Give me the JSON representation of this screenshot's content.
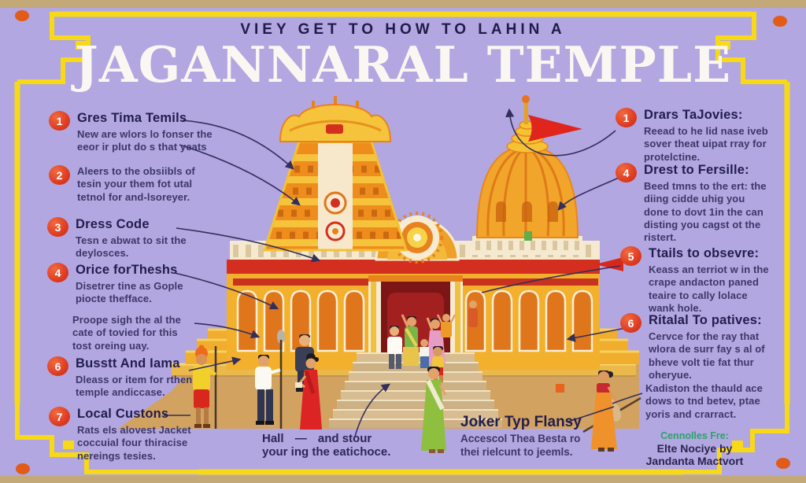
{
  "header": {
    "subtitle": "VIEY GET TO HOW TO LAHIN A",
    "title": "JAGANNARAL TEMPLE"
  },
  "left_items": [
    {
      "num": "1",
      "heading": "Gres Tima Temils",
      "body": "New are wlors lo fonser the\neeor ir plut do s that yeats"
    },
    {
      "num": "2",
      "heading": "",
      "body": "Aleers to the obsiibls of\ntesin your them fot utal\ntetnol for and-lsoreyer."
    },
    {
      "num": "3",
      "heading": "Dress Code",
      "body": "Tesn e abwat to sit the\ndeylosces."
    },
    {
      "num": "4",
      "heading": "Orice forTheshs",
      "body": "Disetrer tine as Gople\npiocte thefface."
    },
    {
      "num": "",
      "heading": "",
      "body": "Proope sigh the al the\ncate of tovied for this\ntost oreing uay."
    },
    {
      "num": "6",
      "heading": "Busstt And Iama",
      "body": "Dleass or item for rthen\ntemple andiccase."
    },
    {
      "num": "7",
      "heading": "Local Custons",
      "body": "Rats els alovest Jacket\ncoccuial four thiracise\nnereings tesies."
    }
  ],
  "right_items": [
    {
      "num": "1",
      "heading": "Drars TaJovies:",
      "body": "Reead to he lid nase iveb\nsover theat uipat rray for\nprotelctine."
    },
    {
      "num": "4",
      "heading": "Drest to Fersille:",
      "body": "Beed tmns to the ert: the\ndiing cidde uhig you\ndone to dovt 1in the can\ndisting you cagst ot the\nristert."
    },
    {
      "num": "5",
      "heading": "Ttails to obsevre:",
      "body": "Keass an terriot w in the\ncrape andacton paned\nteaire to cally lolace\nwank hole."
    },
    {
      "num": "6",
      "heading": "Ritalal To patives:",
      "body": "Cervce for the ray that\nwlora de surr fay s al of\nbheve volt tie fat thur\noheryue."
    },
    {
      "num": "",
      "heading": "",
      "body": "Kadiston the thauld ace\ndows to tnd betev, ptae\nyoris and crarract."
    }
  ],
  "bottom": {
    "hall_left": "Hall",
    "hall_dash": "—",
    "hall_right": "and stour",
    "hall_line2": "your ing the eatichoce.",
    "joker_heading": "Joker Typ Flansy",
    "joker_body": "Accescol Thea Besta ro\nthei rielcunt to jeemls."
  },
  "credit": {
    "line1": "Cennolles Fre:",
    "line2": "Elte Nociye by",
    "line3": "Jandanta Mactvort"
  },
  "illustration": {
    "left_tower": "gopuram-tower-icon",
    "right_tower": "dome-shikhara-icon",
    "flag": "red-pennant-flag-icon",
    "emblem": "sun-emblem-arch-icon",
    "people": "pilgrim-figures-icon"
  },
  "colors": {
    "background": "#b2a7e0",
    "edge_tan": "#c3a878",
    "border_yellow": "#f7d917",
    "badge_red": "#dd3b22",
    "heading_navy": "#221d4e",
    "body_text": "#3d3768",
    "title_white": "#faf7f2",
    "temple_gold": "#f3b02c",
    "temple_orange": "#ef8d1c",
    "door_red": "#a32020",
    "flag_red": "#e0251c",
    "ground_sand": "#d2a260",
    "credit_green": "#2aa36a"
  }
}
